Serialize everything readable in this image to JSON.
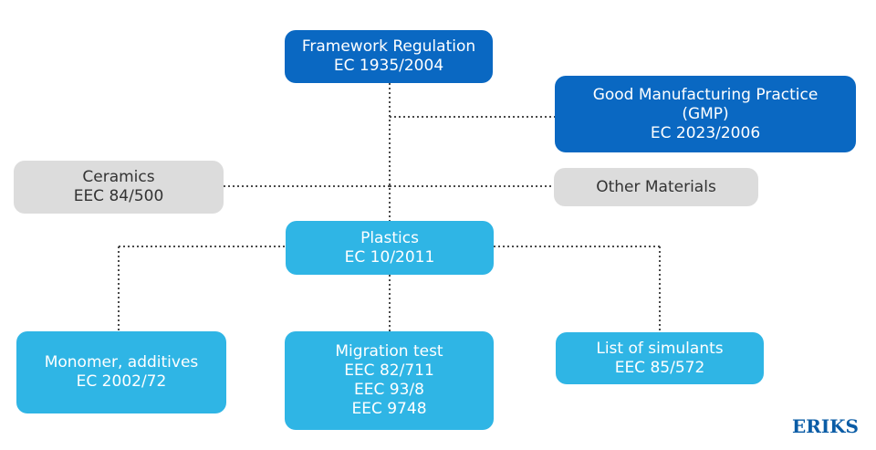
{
  "nodes": {
    "framework": {
      "line1": "Framework Regulation",
      "line2": "EC 1935/2004"
    },
    "gmp": {
      "line1": "Good Manufacturing Practice",
      "line2": "(GMP)",
      "line3": "EC 2023/2006"
    },
    "ceramics": {
      "line1": "Ceramics",
      "line2": "EEC 84/500"
    },
    "other": {
      "line1": "Other Materials"
    },
    "plastics": {
      "line1": "Plastics",
      "line2": "EC 10/2011"
    },
    "monomer": {
      "line1": "Monomer, additives",
      "line2": "EC 2002/72"
    },
    "migration": {
      "line1": "Migration test",
      "line2": "EEC 82/711",
      "line3": "EEC 93/8",
      "line4": "EEC 9748"
    },
    "simulants": {
      "line1": "List of simulants",
      "line2": "EEC 85/572"
    }
  },
  "logo": {
    "text": "ERIKS"
  },
  "colors": {
    "dark_blue": "#0a68c2",
    "light_blue": "#2fb5e5",
    "gray": "#dcdcdc",
    "connector": "#4a4a4a",
    "logo": "#0a5ca6"
  }
}
